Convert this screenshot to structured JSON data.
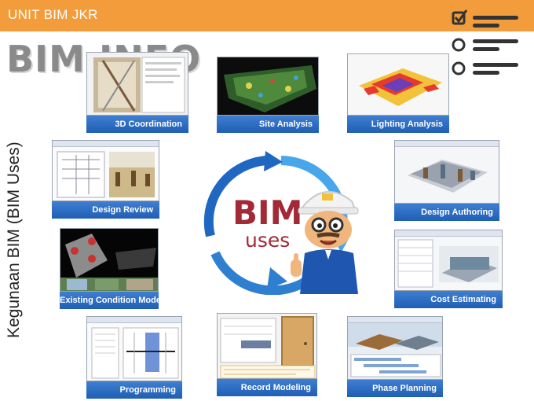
{
  "header": {
    "title": "UNIT BIM JKR"
  },
  "heading": {
    "title": "BIM INFO"
  },
  "side_label": "Kegunaan BIM (BIM Uses)",
  "center": {
    "line1": "BIM",
    "line2": "uses"
  },
  "tiles": [
    {
      "label": "3D Coordination"
    },
    {
      "label": "Site Analysis"
    },
    {
      "label": "Lighting Analysis"
    },
    {
      "label": "Design Review"
    },
    {
      "label": "Design Authoring"
    },
    {
      "label": "Existing Condition Modeling"
    },
    {
      "label": "Cost Estimating"
    },
    {
      "label": "Programming"
    },
    {
      "label": "Record Modeling"
    },
    {
      "label": "Phase Planning"
    }
  ],
  "colors": {
    "header": "#f39c3c",
    "caption": "#2a6cc2",
    "accent": "#a12a36",
    "arrows": "#3d8fe0"
  },
  "icons": [
    "checklist-icon",
    "cycle-arrows-icon",
    "mascot-engineer-icon"
  ]
}
